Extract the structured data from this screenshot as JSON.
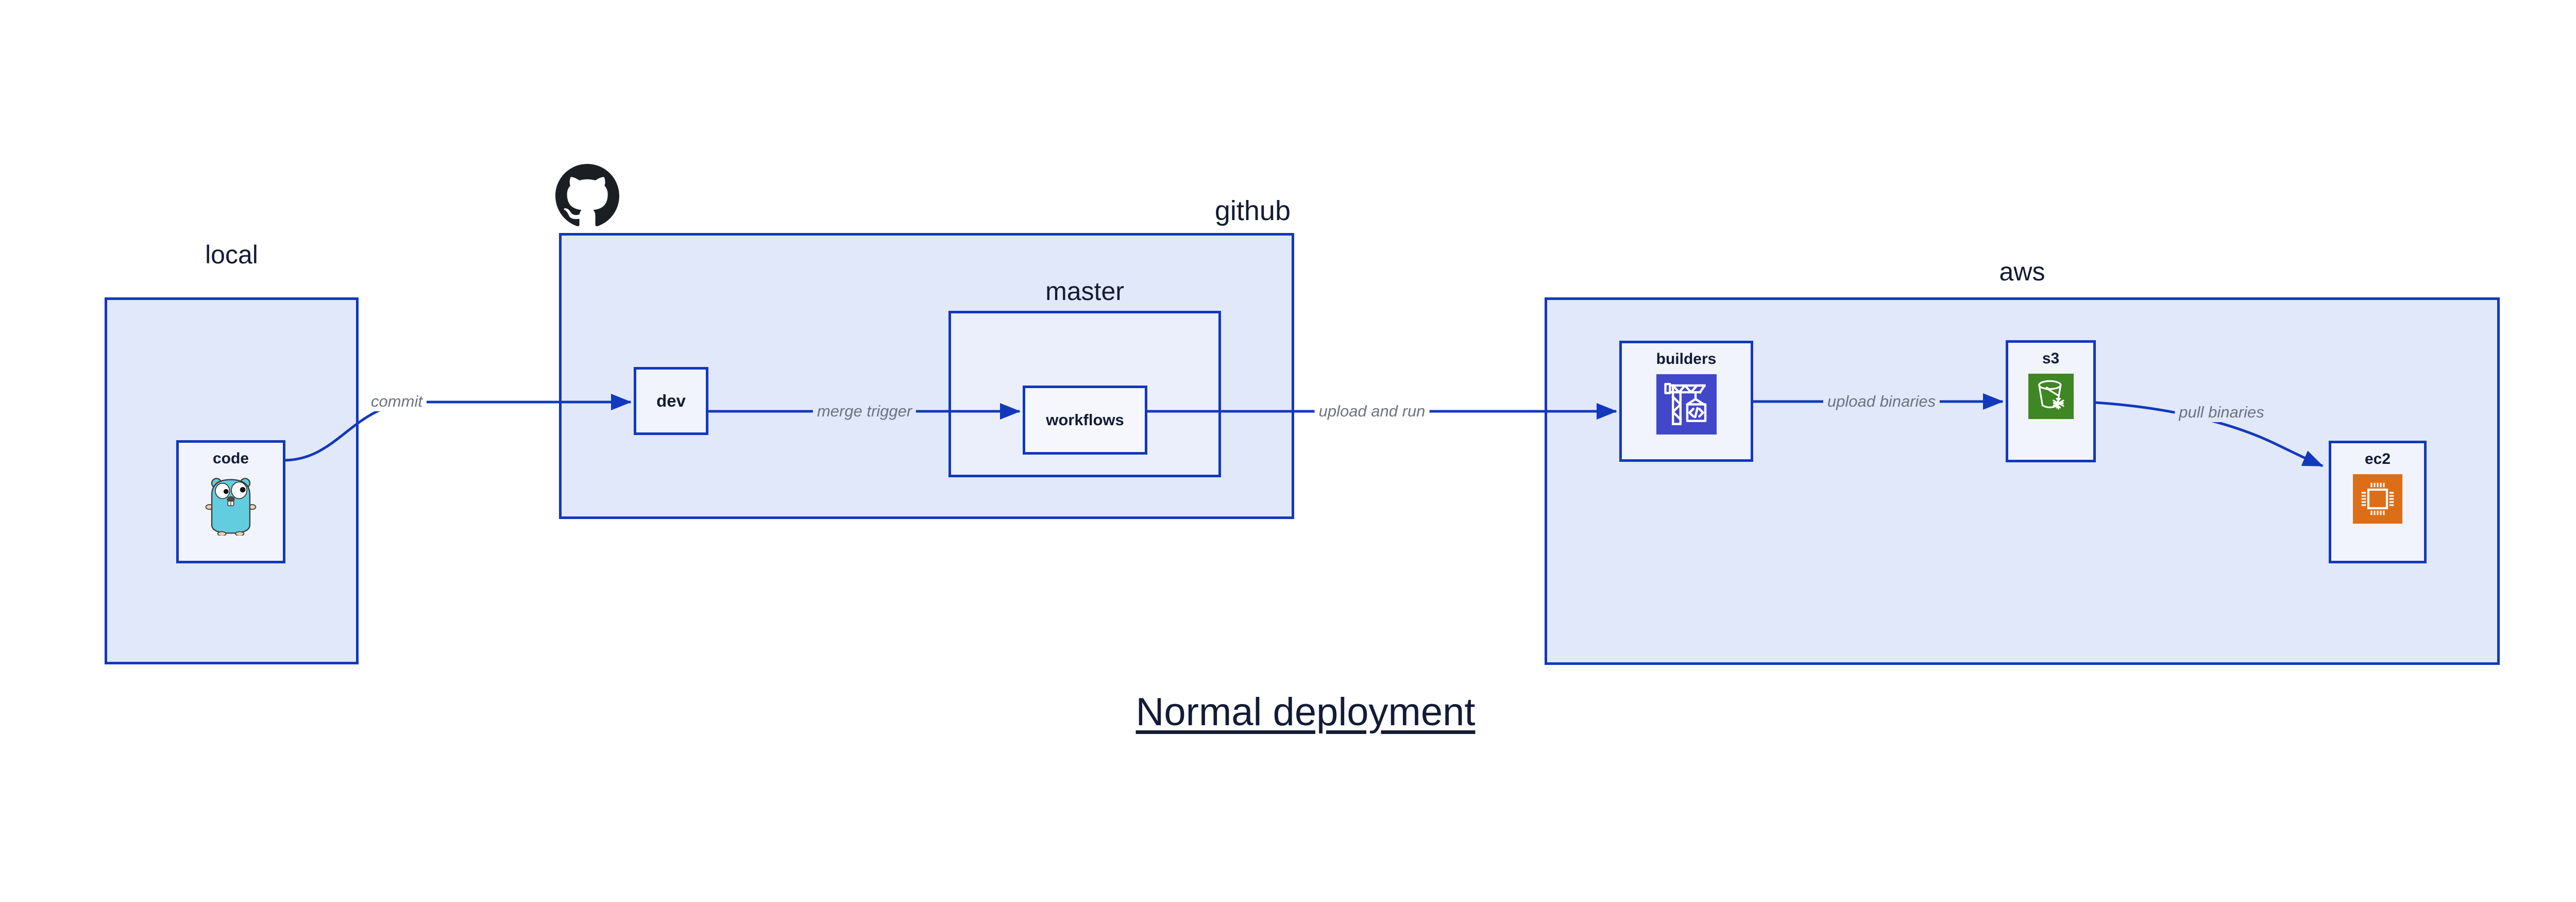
{
  "title": "Normal deployment",
  "containers": {
    "local": {
      "label": "local"
    },
    "github": {
      "label": "github"
    },
    "master": {
      "label": "master"
    },
    "aws": {
      "label": "aws"
    }
  },
  "nodes": {
    "code": {
      "label": "code"
    },
    "dev": {
      "label": "dev"
    },
    "workflows": {
      "label": "workflows"
    },
    "builders": {
      "label": "builders"
    },
    "s3": {
      "label": "s3"
    },
    "ec2": {
      "label": "ec2"
    }
  },
  "edges": {
    "commit": {
      "label": "commit"
    },
    "merge_trigger": {
      "label": "merge trigger"
    },
    "upload_and_run": {
      "label": "upload and run"
    },
    "upload_binaries": {
      "label": "upload binaries"
    },
    "pull_binaries": {
      "label": "pull binaries"
    }
  },
  "icons": {
    "github": "github-octocat-icon",
    "code": "go-gopher-icon",
    "builders": "codebuild-crane-icon",
    "s3": "s3-glacier-bucket-icon",
    "ec2": "ec2-chip-icon"
  },
  "colors": {
    "canvas": "#ffffff",
    "border_blue": "#1238bc",
    "container_fill": "#e1e8fa",
    "mid_fill": "#ebeffc",
    "leaf_fill": "#f1f4fd",
    "text_navy": "#131b35",
    "edge_label_gray": "#6b7380",
    "codebuild_indigo": "#4147c9",
    "s3_green": "#3f8624",
    "ec2_orange": "#dd6e18",
    "gopher_teal": "#63cde0",
    "octocat_black": "#1b1f23"
  }
}
